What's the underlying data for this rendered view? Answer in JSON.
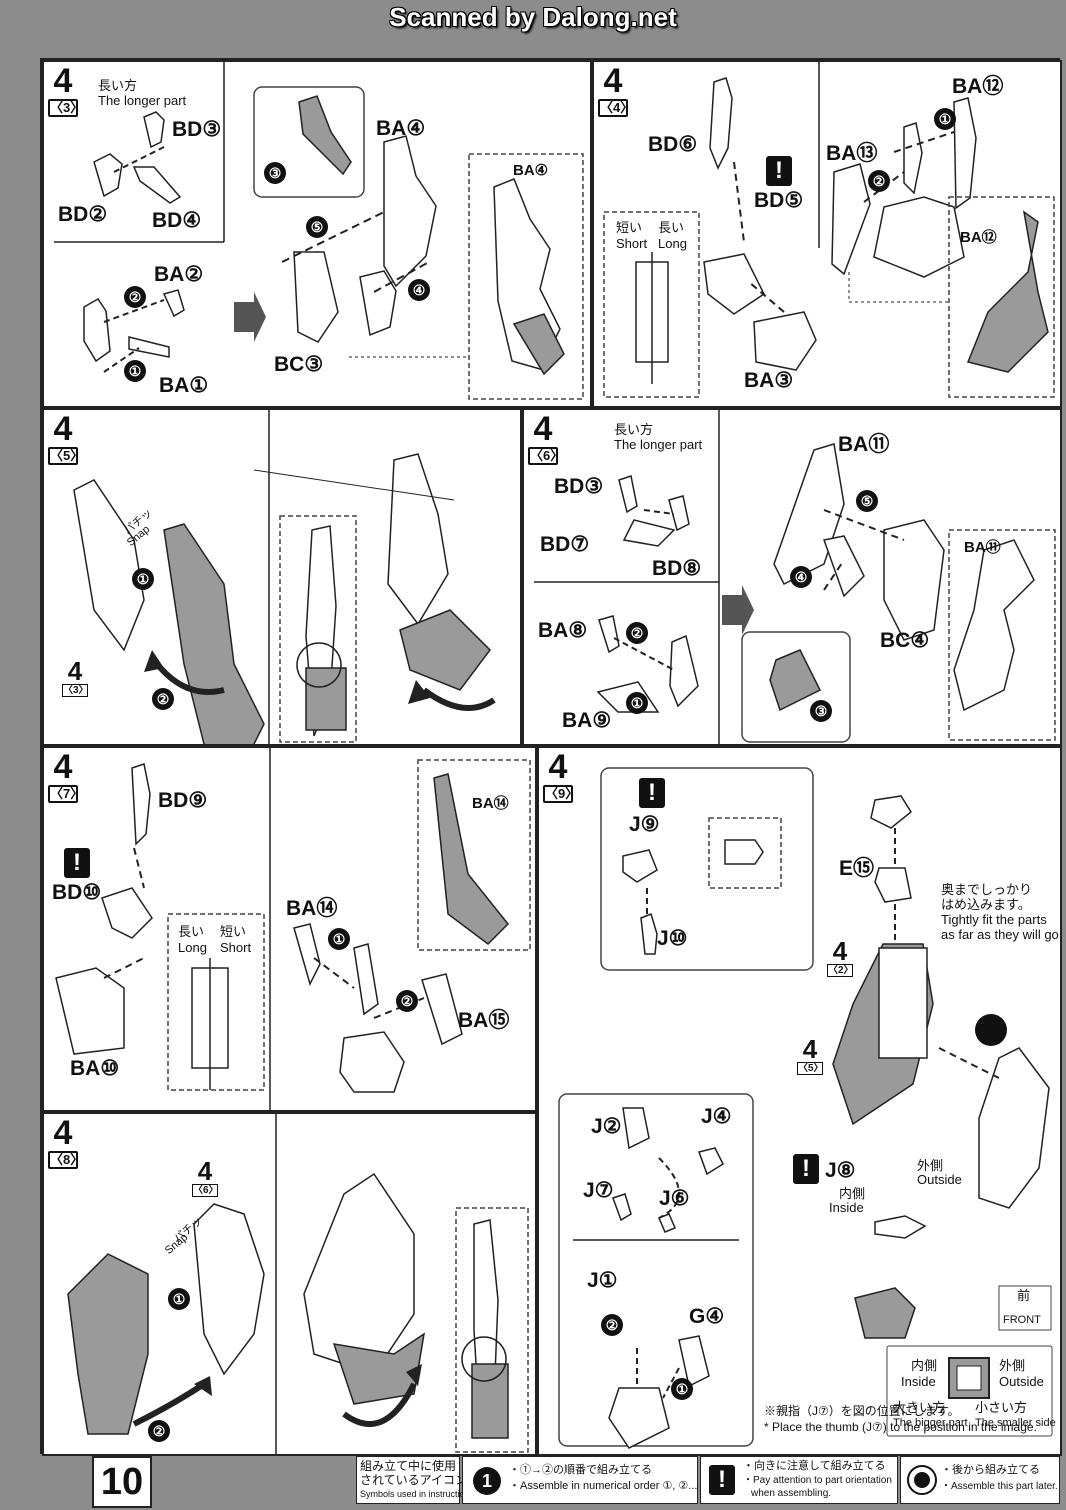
{
  "header": {
    "scan_credit": "Scanned by Dalong.net"
  },
  "page_number": "10",
  "panels": {
    "p43": {
      "step": "4",
      "sub": "〈3〉",
      "note_jp": "長い方",
      "note_en": "The longer part",
      "labels": [
        "BD③",
        "BD②",
        "BD④",
        "BA②",
        "BA①",
        "BA④",
        "BC③",
        "BA④"
      ],
      "steps": [
        "③",
        "⑤",
        "④",
        "②",
        "①"
      ]
    },
    "p44": {
      "step": "4",
      "sub": "〈4〉",
      "labels": [
        "BA⑫",
        "BD⑥",
        "BA⑬",
        "BD⑤",
        "BA③",
        "BA⑫"
      ],
      "short_jp": "短い",
      "long_jp": "長い",
      "short_en": "Short",
      "long_en": "Long",
      "steps": [
        "①",
        "②"
      ]
    },
    "p45": {
      "step": "4",
      "sub": "〈5〉",
      "snap_jp": "パチッ",
      "snap_en": "Snap",
      "ref_step": "4",
      "ref_sub": "〈3〉",
      "steps": [
        "①",
        "②"
      ]
    },
    "p46": {
      "step": "4",
      "sub": "〈6〉",
      "note_jp": "長い方",
      "note_en": "The longer part",
      "labels": [
        "BD③",
        "BD⑦",
        "BD⑧",
        "BA⑧",
        "BA⑨",
        "BA⑪",
        "BC④",
        "BA⑪"
      ],
      "steps": [
        "②",
        "①",
        "⑤",
        "④",
        "③"
      ]
    },
    "p47": {
      "step": "4",
      "sub": "〈7〉",
      "labels": [
        "BD⑨",
        "BD⑩",
        "BA⑩",
        "BA⑭",
        "BA⑭",
        "BA⑮"
      ],
      "long_jp": "長い",
      "short_jp": "短い",
      "long_en": "Long",
      "short_en": "Short",
      "steps": [
        "①",
        "②"
      ]
    },
    "p48": {
      "step": "4",
      "sub": "〈8〉",
      "ref_step": "4",
      "ref_sub": "〈6〉",
      "snap_jp": "パチッ",
      "snap_en": "Snap",
      "steps": [
        "①",
        "②"
      ]
    },
    "p49": {
      "step": "4",
      "sub": "〈9〉",
      "labels": [
        "J⑨",
        "J⑩",
        "E⑮",
        "J②",
        "J④",
        "J⑦",
        "J⑥",
        "J①",
        "G④",
        "J⑧"
      ],
      "tight_jp1": "奥までしっかり",
      "tight_jp2": "はめ込みます。",
      "tight_en1": "Tightly fit the parts",
      "tight_en2": "as far as they will go.",
      "ref2_step": "4",
      "ref2_sub": "〈2〉",
      "ref5_step": "4",
      "ref5_sub": "〈5〉",
      "outside_jp": "外側",
      "outside_en": "Outside",
      "inside_jp": "内側",
      "inside_en": "Inside",
      "front_jp": "前",
      "front_en": "FRONT",
      "bigger_jp": "大きい方",
      "bigger_en": "The bigger part",
      "smaller_jp": "小さい方",
      "smaller_en": "The smaller side",
      "thumb_jp": "※親指（J⑦）を図の位置にします。",
      "thumb_en": "* Place the thumb (J⑦) to the position in the image.",
      "steps": [
        "②",
        "①"
      ]
    }
  },
  "legend": {
    "title_jp1": "組み立て中に使用",
    "title_jp2": "されているアイコン",
    "title_en": "Symbols used in instructions",
    "order_icon": "1",
    "order_jp": "・①→②の順番で組み立てる",
    "order_en": "・Assemble in numerical order ①, ②...",
    "warn_icon": "!",
    "warn_jp": "・向きに注意して組み立てる",
    "warn_en1": "・Pay attention to part orientation",
    "warn_en2": "when assembling.",
    "later_jp": "・後から組み立てる",
    "later_en": "・Assemble this part later."
  },
  "colors": {
    "page_bg": "#8c8c8c",
    "paper": "#ffffff",
    "ink": "#111111",
    "part_gray": "#9a9a9a"
  }
}
